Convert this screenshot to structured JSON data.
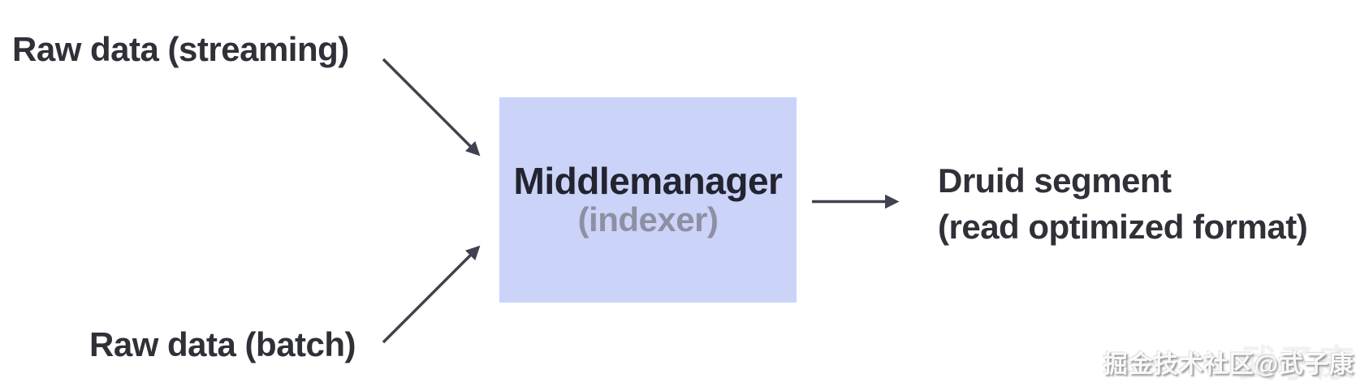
{
  "diagram": {
    "inputs": {
      "streaming_label": "Raw data (streaming)",
      "batch_label": "Raw data (batch)"
    },
    "node": {
      "title": "Middlemanager",
      "subtitle": "(indexer)",
      "fill_color": "#ccd3f9",
      "title_color": "#232430",
      "subtitle_color": "#8d90a2"
    },
    "output": {
      "line1": "Druid segment",
      "line2": "(read optimized format)"
    },
    "colors": {
      "arrow": "#404250",
      "label_text": "#2f3038",
      "background": "#ffffff"
    }
  },
  "watermark": {
    "text": "掘金技术社区@武子康",
    "ghost_text": "武子康"
  }
}
